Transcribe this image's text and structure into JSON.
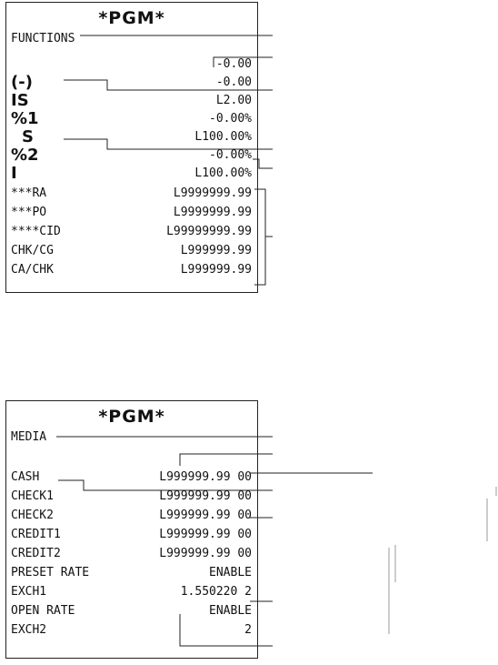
{
  "functions_receipt": {
    "title": "*PGM*",
    "heading": "FUNCTIONS",
    "rows": [
      {
        "label": "",
        "value": "-0.00"
      },
      {
        "label": "(-)",
        "value": "-0.00"
      },
      {
        "label": "IS",
        "value": "L2.00"
      },
      {
        "label": "%1",
        "value": "-0.00%"
      },
      {
        "label": "S",
        "value": "L100.00%"
      },
      {
        "label": "%2",
        "value": "-0.00%"
      },
      {
        "label": "I",
        "value": "L100.00%"
      },
      {
        "label": "***RA",
        "value": "L9999999.99"
      },
      {
        "label": "***PO",
        "value": "L9999999.99"
      },
      {
        "label": "****CID",
        "value": "L99999999.99"
      },
      {
        "label": "CHK/CG",
        "value": "L999999.99"
      },
      {
        "label": "CA/CHK",
        "value": "L999999.99"
      }
    ]
  },
  "media_receipt": {
    "title": "*PGM*",
    "heading": "MEDIA",
    "rows": [
      {
        "label": "CASH",
        "value": "L999999.99 00"
      },
      {
        "label": "CHECK1",
        "value": "L999999.99 00"
      },
      {
        "label": "CHECK2",
        "value": "L999999.99 00"
      },
      {
        "label": "CREDIT1",
        "value": "L999999.99 00"
      },
      {
        "label": "CREDIT2",
        "value": "L999999.99 00"
      },
      {
        "label": "PRESET RATE",
        "value": "ENABLE"
      },
      {
        "label": "EXCH1",
        "value": "1.550220 2"
      },
      {
        "label": "OPEN RATE",
        "value": "ENABLE"
      },
      {
        "label": "EXCH2",
        "value": "2"
      }
    ]
  }
}
